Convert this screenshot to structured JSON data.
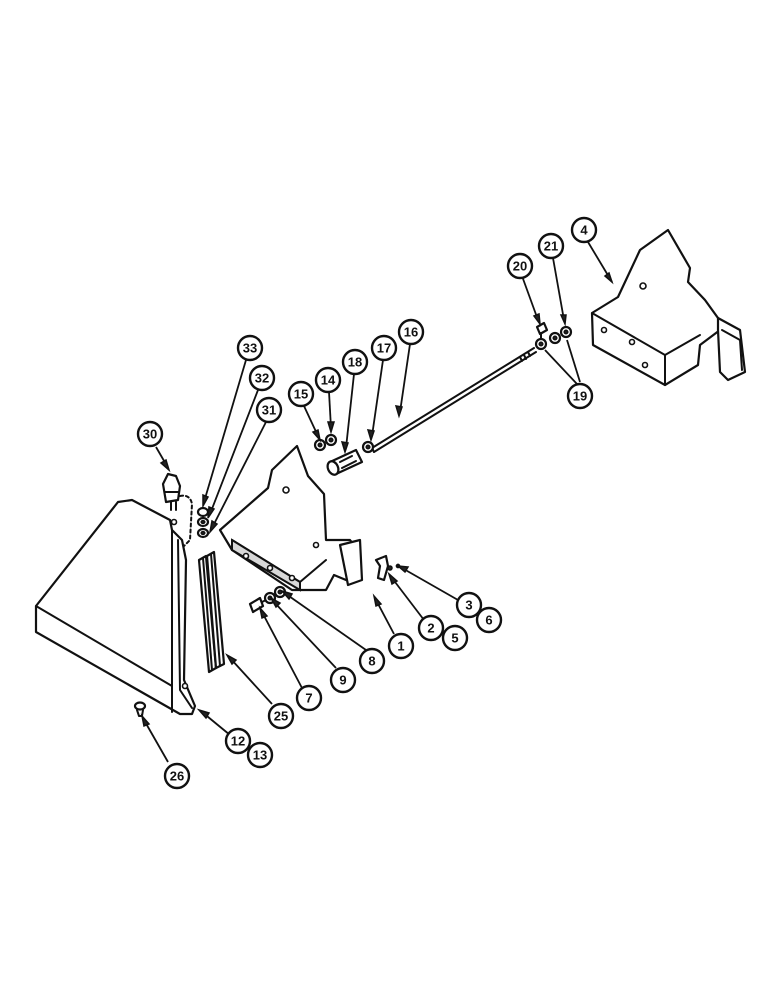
{
  "callouts": [
    {
      "id": "c1",
      "label": "1"
    },
    {
      "id": "c2",
      "label": "2"
    },
    {
      "id": "c3",
      "label": "3"
    },
    {
      "id": "c4",
      "label": "4"
    },
    {
      "id": "c5",
      "label": "5"
    },
    {
      "id": "c6",
      "label": "6"
    },
    {
      "id": "c7",
      "label": "7"
    },
    {
      "id": "c8",
      "label": "8"
    },
    {
      "id": "c9",
      "label": "9"
    },
    {
      "id": "c12",
      "label": "12"
    },
    {
      "id": "c13",
      "label": "13"
    },
    {
      "id": "c14",
      "label": "14"
    },
    {
      "id": "c15",
      "label": "15"
    },
    {
      "id": "c16",
      "label": "16"
    },
    {
      "id": "c17",
      "label": "17"
    },
    {
      "id": "c18",
      "label": "18"
    },
    {
      "id": "c19",
      "label": "19"
    },
    {
      "id": "c20",
      "label": "20"
    },
    {
      "id": "c21",
      "label": "21"
    },
    {
      "id": "c25",
      "label": "25"
    },
    {
      "id": "c26",
      "label": "26"
    },
    {
      "id": "c30",
      "label": "30"
    },
    {
      "id": "c31",
      "label": "31"
    },
    {
      "id": "c32",
      "label": "32"
    },
    {
      "id": "c33",
      "label": "33"
    }
  ]
}
